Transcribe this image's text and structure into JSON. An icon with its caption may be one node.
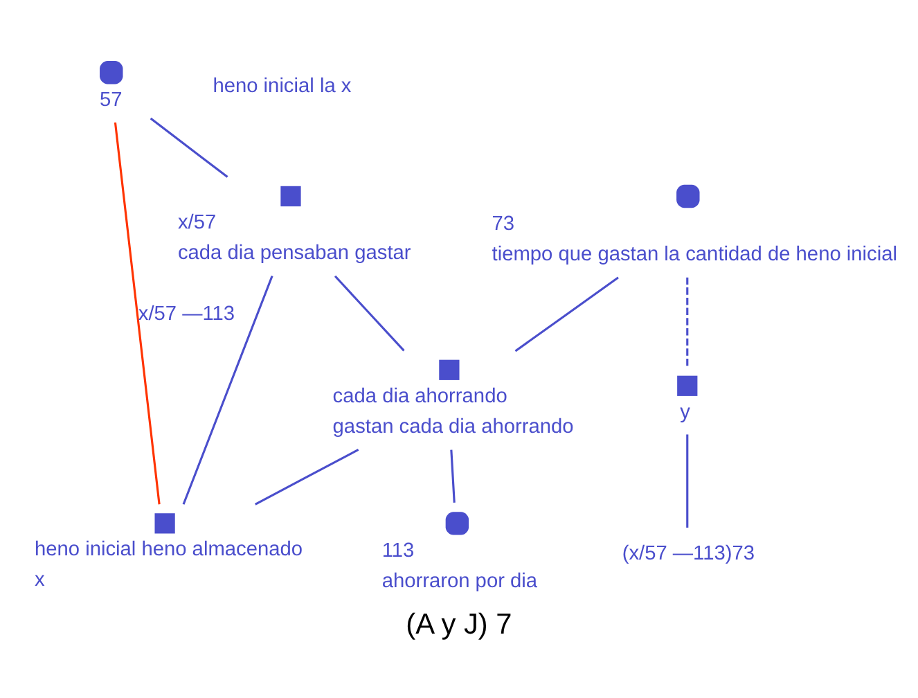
{
  "diagram": {
    "caption": "(A y J) 7",
    "nodes": [
      {
        "text": [],
        "shape": "octagon",
        "beside": [
          "57"
        ]
      },
      {
        "text": [],
        "shape": "box",
        "beside": [
          "x/57",
          "cada dia pensaban gastar"
        ]
      },
      {
        "text": [],
        "shape": "box",
        "beside": [
          "heno inicial heno almacenado",
          "x"
        ]
      },
      {
        "text": [],
        "shape": "box",
        "beside": [
          "y"
        ]
      },
      {
        "text": [
          "(x/57 —113)73"
        ]
      },
      {
        "text": [],
        "shape": "box",
        "beside": [
          "cada dia ahorrando",
          "gastan cada dia ahorrando"
        ]
      },
      {
        "text": [],
        "shape": "octagon",
        "beside": [
          "73",
          "tiempo que gastan la cantidad de heno inicial"
        ]
      },
      {
        "text": [],
        "shape": "octagon",
        "beside": [
          "113",
          "ahorraron por dia"
        ]
      }
    ],
    "edges": [
      {
        "from": 0,
        "to": 1,
        "arrow": "none"
      },
      {
        "from": 1,
        "to": 2,
        "arrow": "none"
      },
      {
        "from": 1,
        "to": 5,
        "arrow": "none"
      },
      {
        "from": 5,
        "to": 7,
        "arrow": "none"
      },
      {
        "from": 0,
        "to": 2,
        "arrow": "none",
        "color": "#ff3300",
        "label": "x/57 —113"
      },
      {
        "from": 6,
        "to": 5,
        "arrow": "none"
      },
      {
        "from": 5,
        "to": 2,
        "arrow": "none"
      },
      {
        "from": 6,
        "to": 3,
        "arrow": "none",
        "style": "dashed"
      },
      {
        "from": 3,
        "to": 4,
        "arrow": "none"
      }
    ],
    "labels": [
      "heno inicial la x"
    ]
  }
}
